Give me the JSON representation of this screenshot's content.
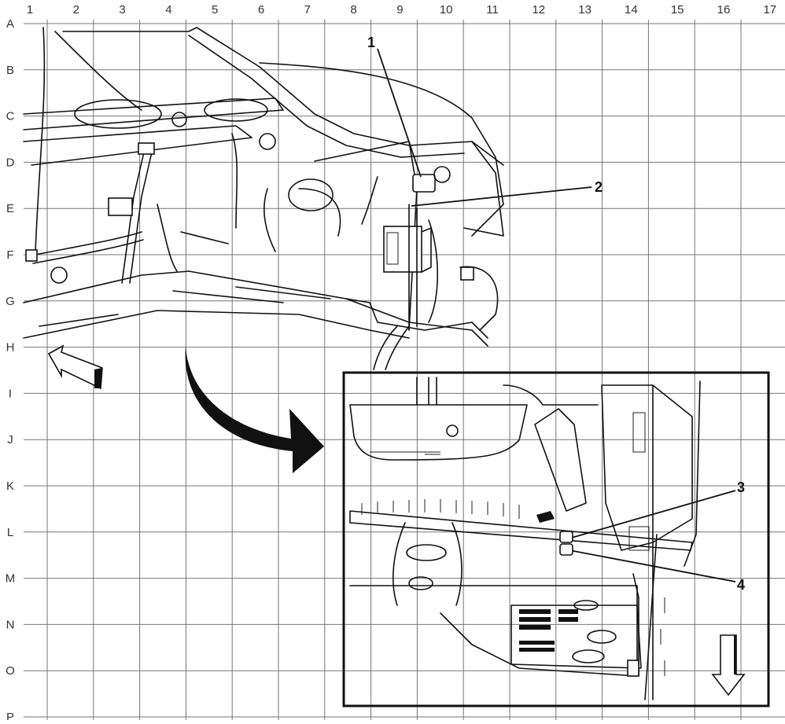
{
  "grid": {
    "columns": [
      "1",
      "2",
      "3",
      "4",
      "5",
      "6",
      "7",
      "8",
      "9",
      "10",
      "11",
      "12",
      "13",
      "14",
      "15",
      "16",
      "17"
    ],
    "rows": [
      "A",
      "B",
      "C",
      "D",
      "E",
      "F",
      "G",
      "H",
      "I",
      "J",
      "K",
      "L",
      "M",
      "N",
      "O",
      "P"
    ]
  },
  "callouts": [
    {
      "id": "1",
      "label": "1"
    },
    {
      "id": "2",
      "label": "2"
    },
    {
      "id": "3",
      "label": "3"
    },
    {
      "id": "4",
      "label": "4"
    }
  ],
  "icons": {
    "front_arrow": "arrow-up-left-icon",
    "view_arrow": "curved-arrow-right-icon",
    "down_arrow": "arrow-down-icon"
  }
}
